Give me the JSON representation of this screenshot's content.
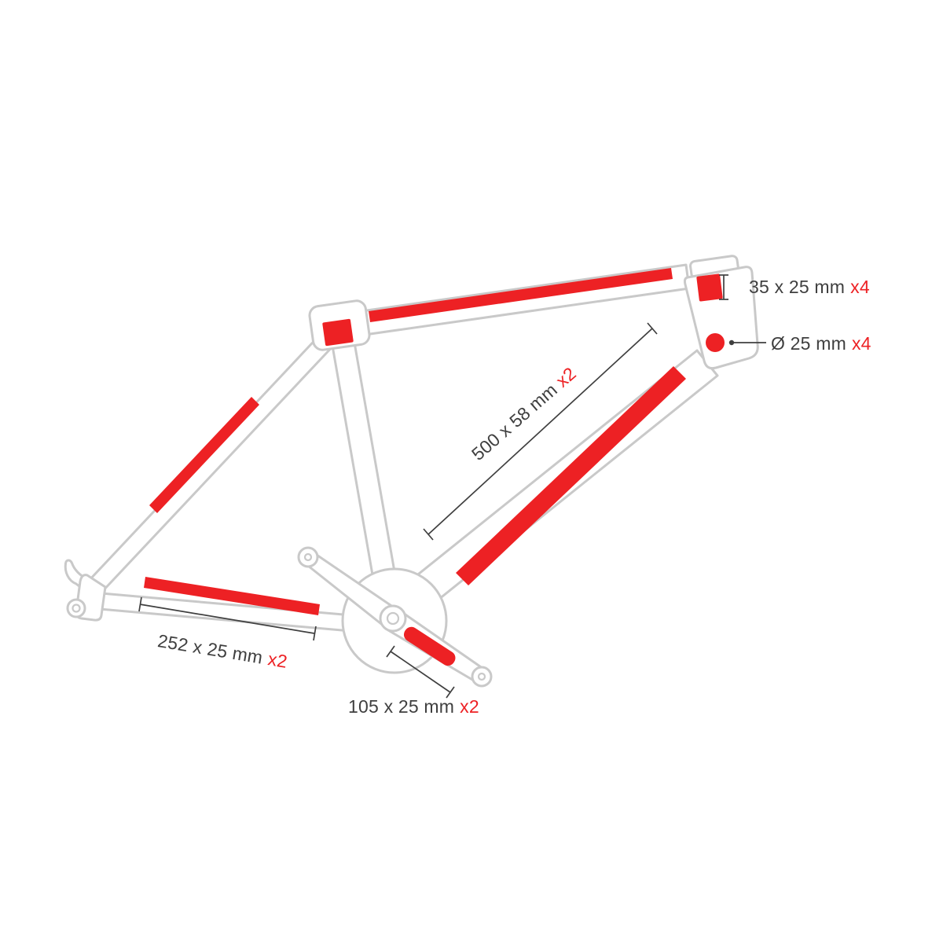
{
  "labels": {
    "head_tube": {
      "dim": "35 x 25 mm",
      "count": "x4"
    },
    "round_dot": {
      "dim": "Ø 25 mm",
      "count": "x4"
    },
    "main_tube": {
      "dim": "500 x 58 mm",
      "count": "x2"
    },
    "chain_stay": {
      "dim": "252 x 25 mm",
      "count": "x2"
    },
    "crank_arm": {
      "dim": "105 x 25 mm",
      "count": "x2"
    }
  },
  "colors": {
    "sticker_red": "#ed2124",
    "frame_outline": "#c9c9c9",
    "dimension_text": "#3f3f3f",
    "background": "#ffffff"
  }
}
